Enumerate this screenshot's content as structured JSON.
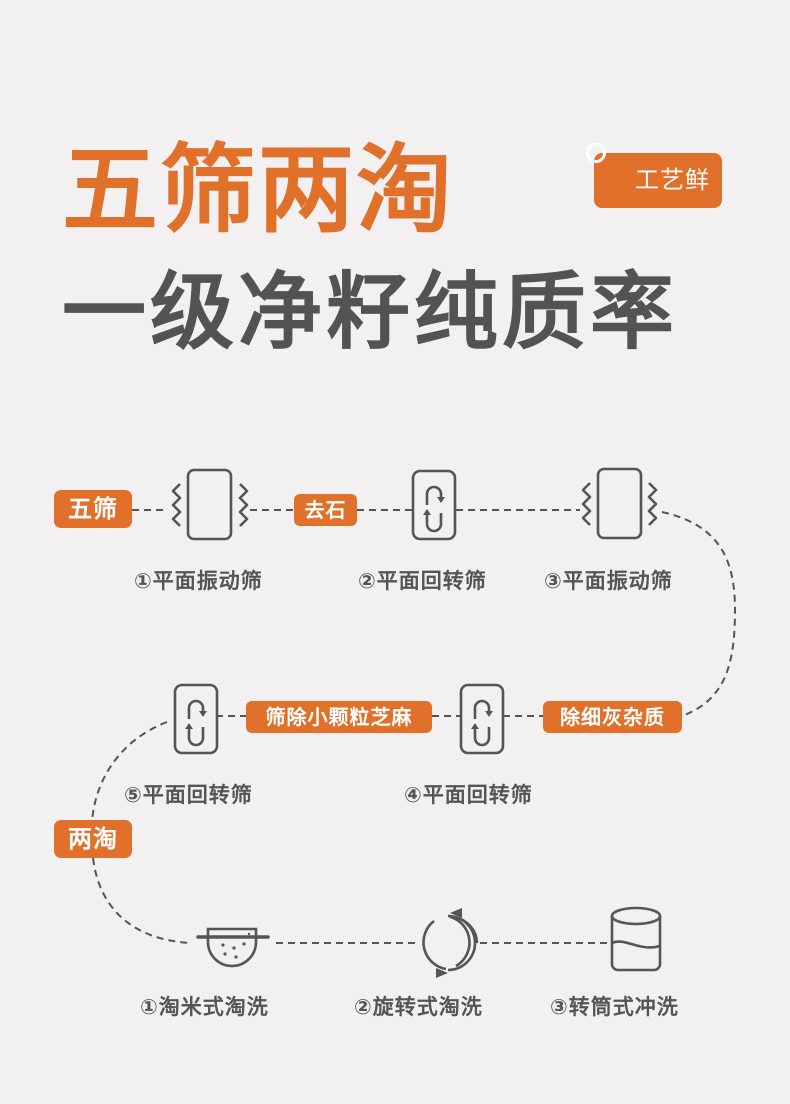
{
  "header": {
    "title": "五筛两淘",
    "subtitle": "一级净籽纯质率",
    "badge": "工艺鲜"
  },
  "colors": {
    "accent": "#e0702a",
    "text_dark": "#535353",
    "background": "#f2f0f0",
    "icon_stroke": "#555555"
  },
  "sieving": {
    "section_tag": "五筛",
    "steps": [
      {
        "label": "①平面振动筛",
        "icon": "vibrating-sieve-icon"
      },
      {
        "label": "②平面回转筛",
        "icon": "rotary-sieve-icon"
      },
      {
        "label": "③平面振动筛",
        "icon": "vibrating-sieve-icon"
      },
      {
        "label": "④平面回转筛",
        "icon": "rotary-sieve-icon"
      },
      {
        "label": "⑤平面回转筛",
        "icon": "rotary-sieve-icon"
      }
    ],
    "annotations": [
      {
        "text": "去石"
      },
      {
        "text": "除细灰杂质"
      },
      {
        "text": "筛除小颗粒芝麻"
      }
    ]
  },
  "washing": {
    "section_tag": "两淘",
    "steps": [
      {
        "label": "①淘米式淘洗",
        "icon": "colander-icon"
      },
      {
        "label": "②旋转式淘洗",
        "icon": "rotation-cycle-icon"
      },
      {
        "label": "③转筒式冲洗",
        "icon": "drum-cylinder-icon"
      }
    ]
  }
}
